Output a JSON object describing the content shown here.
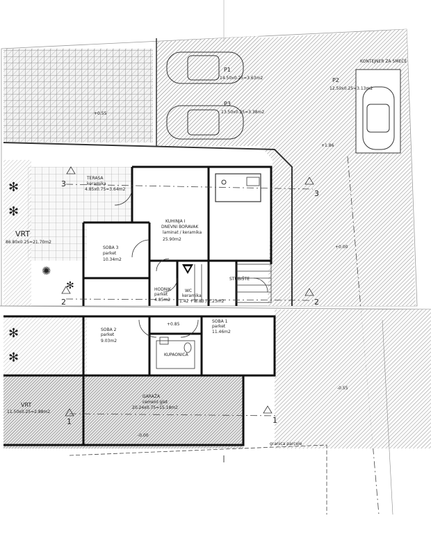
{
  "parking": {
    "p1_title": "P1",
    "p1_area": "14.50x0.25=3.63m2",
    "p3_title": "P3",
    "p3_area": "13.50x0.25=3.38m2",
    "p2_title": "P2",
    "p2_area": "12.50x0.25=3.13m2",
    "top_note": "KONTEJNER ZA SMEĆE"
  },
  "levels": {
    "garden_top": "+0.55",
    "entry": "+1.86",
    "right_mid": "+0.00",
    "right_low": "-0.55",
    "room_mid": "+0.85",
    "garage": "-0.00"
  },
  "rooms": {
    "terasa_title": "TERASA",
    "terasa_sub": "keramika",
    "terasa_area": "4.85x0.75=3.64m2",
    "vrt1_title": "VRT",
    "vrt1_area": "86.80x0.25=21.70m2",
    "kuhinja_title": "KUHINJA I",
    "kuhinja_title2": "DNEVNI BORAVAK",
    "kuhinja_sub": "laminat / keramika",
    "kuhinja_area": "25.90m2",
    "soba3_title": "SOBA 3",
    "soba3_sub": "parket",
    "soba3_area": "10.34m2",
    "hodnik_title": "HODNIK",
    "hodnik_sub": "parket",
    "hodnik_area": "4.85m2",
    "wc_title": "WC",
    "wc_sub": "keramika",
    "wc_area": "1.42 + 8.83 / 2.23m2",
    "stubiste": "STUBIŠTE",
    "soba2_title": "SOBA 2",
    "soba2_sub": "parket",
    "soba2_area": "9.03m2",
    "soba1_title": "SOBA 1",
    "soba1_sub": "parket",
    "soba1_area": "11.46m2",
    "kupaonica": "KUPAONICA",
    "garaza_title": "GARAŽA",
    "garaza_sub": "cement glet",
    "garaza_area": "20.24x0.75=15.18m2",
    "vrt2_title": "VRT",
    "vrt2_area": "11.50x0.25=2.88m2"
  },
  "sections": {
    "s3": "3",
    "s2": "2",
    "s1": "1"
  },
  "granica": "granica parcele"
}
